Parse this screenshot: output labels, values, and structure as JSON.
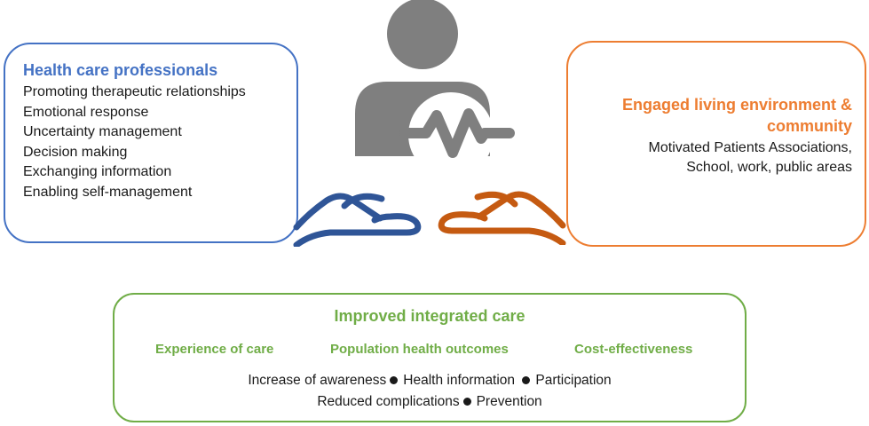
{
  "professionals": {
    "title": "Health care professionals",
    "items": [
      "Promoting therapeutic relationships",
      "Emotional response",
      "Uncertainty management",
      "Decision making",
      "Exchanging information",
      "Enabling self-management"
    ],
    "color": "#4472C4"
  },
  "environment": {
    "title_line1": "Engaged living environment &",
    "title_line2": "community",
    "line1": "Motivated Patients Associations,",
    "line2": "School, work, public areas",
    "color": "#ED7D31"
  },
  "care": {
    "title": "Improved integrated care",
    "pillars": [
      "Experience of care",
      "Population health outcomes",
      "Cost-effectiveness"
    ],
    "outcomes_line1": [
      "Increase of awareness",
      "Health information",
      "Participation"
    ],
    "outcomes_line2": [
      "Reduced complications",
      "Prevention"
    ],
    "color": "#70AD47"
  },
  "icons": {
    "center": "patient-with-heartbeat-icon",
    "left_hand": "open-hand-icon",
    "right_hand": "open-hand-icon",
    "bullet": "bullet-icon"
  },
  "colors": {
    "icon_gray": "#7F7F7F",
    "hand_left": "#2F5597",
    "hand_right": "#C55A11"
  }
}
